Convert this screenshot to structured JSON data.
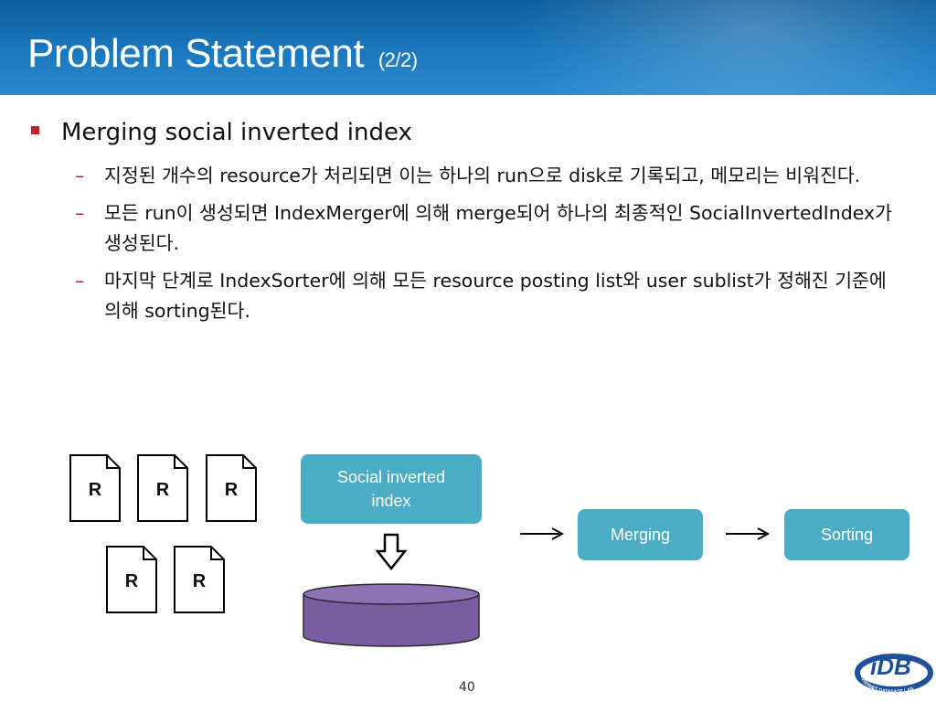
{
  "slide": {
    "title": "Problem Statement",
    "title_sub": "(2/2)",
    "bullet": "Merging social inverted index",
    "sub_bullets": [
      "지정된 개수의 resource가 처리되면 이는 하나의 run으로 disk로 기록되고, 메모리는 비워진다.",
      "모든 run이 생성되면 IndexMerger에 의해 merge되어 하나의 최종적인 SocialInvertedIndex가 생성된다.",
      "마지막 단계로 IndexSorter에 의해 모든 resource posting list와 user sublist가 정해진 기준에 의해 sorting된다."
    ],
    "dash_symbol": "–",
    "page_number": "40"
  },
  "diagram": {
    "run_label": "R",
    "box_index": "Social inverted index",
    "box_merging": "Merging",
    "box_sorting": "Sorting"
  },
  "colors": {
    "title_bar": "#1a78bf",
    "bullet_marker": "#c0202b",
    "box_fill": "#4bacc6",
    "disk_fill": "#7a5ca0"
  },
  "logo": {
    "text": "iDB",
    "ring_text": "INTERNET DATABASE LAB"
  }
}
